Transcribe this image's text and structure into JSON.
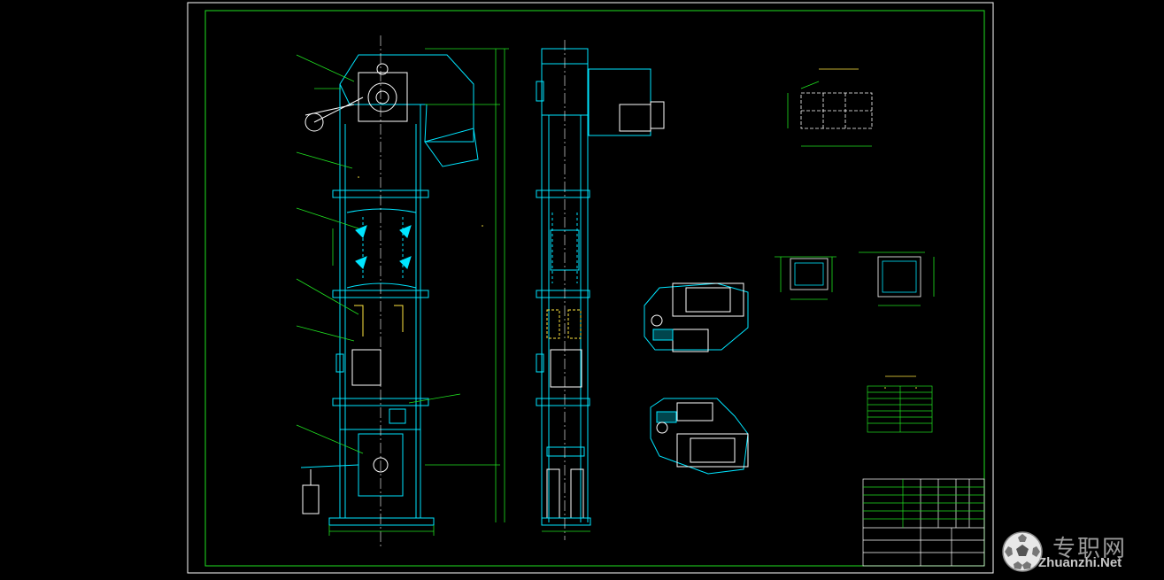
{
  "colors": {
    "background": "#000000",
    "frame": "#20e020",
    "structure": "#00e5ff",
    "centerline": "#ffffff",
    "dimension": "#20e020",
    "highlight": "#ffe640",
    "accent": "#ff40ff"
  },
  "watermark": {
    "cn": "专职网",
    "en": "Zhuanzhi.Net",
    "icon": "soccer-ball-logo"
  }
}
